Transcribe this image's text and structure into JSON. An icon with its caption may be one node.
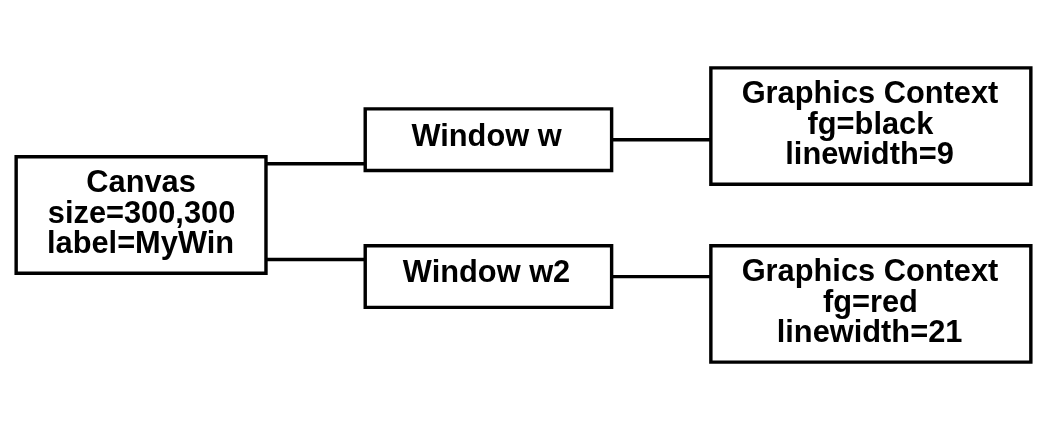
{
  "diagram": {
    "nodes": [
      {
        "text": [
          "Canvas",
          "size=300,300",
          "label=MyWin"
        ]
      },
      {
        "text": [
          "Window w"
        ]
      },
      {
        "text": [
          "Graphics Context",
          "fg=black",
          "linewidth=9"
        ]
      },
      {
        "text": [
          "Window w2"
        ]
      },
      {
        "text": [
          "Graphics Context",
          "fg=red",
          "linewidth=21"
        ]
      }
    ],
    "edges": [
      {
        "from": 0,
        "to": 1,
        "arrow": "none"
      },
      {
        "from": 1,
        "to": 2,
        "arrow": "none"
      },
      {
        "from": 0,
        "to": 3,
        "arrow": "none"
      },
      {
        "from": 3,
        "to": 4,
        "arrow": "none"
      }
    ]
  }
}
